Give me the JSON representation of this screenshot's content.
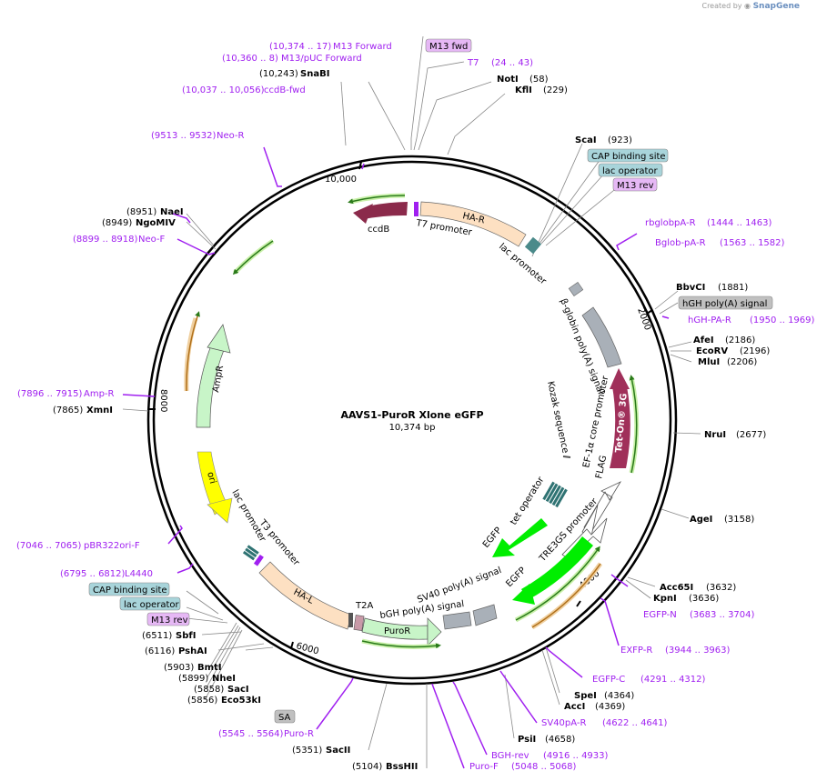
{
  "credit": {
    "prefix": "Created by",
    "brand": "SnapGene"
  },
  "plasmid": {
    "name": "AAVS1-PuroR Xlone eGFP",
    "length": "10,374 bp"
  },
  "ticks": [
    "10,000",
    "2000",
    "4000",
    "6000",
    "8000"
  ],
  "sites": [
    {
      "name": "NotI",
      "pos": "(58)"
    },
    {
      "name": "KflI",
      "pos": "(229)"
    },
    {
      "name": "ScaI",
      "pos": "(923)"
    },
    {
      "name": "BbvCI",
      "pos": "(1881)"
    },
    {
      "name": "AfeI",
      "pos": "(2186)"
    },
    {
      "name": "EcoRV",
      "pos": "(2196)"
    },
    {
      "name": "MluI",
      "pos": "(2206)"
    },
    {
      "name": "NruI",
      "pos": "(2677)"
    },
    {
      "name": "AgeI",
      "pos": "(3158)"
    },
    {
      "name": "Acc65I",
      "pos": "(3632)"
    },
    {
      "name": "KpnI",
      "pos": "(3636)"
    },
    {
      "name": "SpeI",
      "pos": "(4364)"
    },
    {
      "name": "AccI",
      "pos": "(4369)"
    },
    {
      "name": "PsiI",
      "pos": "(4658)"
    },
    {
      "name": "BssHII",
      "pos": "(5104)"
    },
    {
      "name": "SacII",
      "pos": "(5351)"
    },
    {
      "name": "BmtI",
      "pos": "(5903)"
    },
    {
      "name": "NheI",
      "pos": "(5899)"
    },
    {
      "name": "SacI",
      "pos": "(5858)"
    },
    {
      "name": "Eco53kI",
      "pos": "(5856)"
    },
    {
      "name": "PshAI",
      "pos": "(6116)"
    },
    {
      "name": "SbfI",
      "pos": "(6511)"
    },
    {
      "name": "XmnI",
      "pos": "(7865)"
    },
    {
      "name": "NaeI",
      "pos": "(8951)"
    },
    {
      "name": "NgoMIV",
      "pos": "(8949)"
    },
    {
      "name": "SnaBI",
      "pos": "(10,243)"
    }
  ],
  "primers": [
    {
      "name": "M13 Forward",
      "range": "(10,374 .. 17)"
    },
    {
      "name": "M13/pUC Forward",
      "range": "(10,360 .. 8)"
    },
    {
      "name": "T7",
      "range": "(24 .. 43)"
    },
    {
      "name": "ccdB-fwd",
      "range": "(10,037 .. 10,056)"
    },
    {
      "name": "Neo-R",
      "range": "(9513 .. 9532)"
    },
    {
      "name": "rbglobpA-R",
      "range": "(1444 .. 1463)"
    },
    {
      "name": "Bglob-pA-R",
      "range": "(1563 .. 1582)"
    },
    {
      "name": "hGH-PA-R",
      "range": "(1950 .. 1969)"
    },
    {
      "name": "Neo-F",
      "range": "(8899 .. 8918)"
    },
    {
      "name": "Amp-R",
      "range": "(7896 .. 7915)"
    },
    {
      "name": "pBR322ori-F",
      "range": "(7046 .. 7065)"
    },
    {
      "name": "L4440",
      "range": "(6795 .. 6812)"
    },
    {
      "name": "EGFP-N",
      "range": "(3683 .. 3704)"
    },
    {
      "name": "EXFP-R",
      "range": "(3944 .. 3963)"
    },
    {
      "name": "EGFP-C",
      "range": "(4291 .. 4312)"
    },
    {
      "name": "SV40pA-R",
      "range": "(4622 .. 4641)"
    },
    {
      "name": "BGH-rev",
      "range": "(4916 .. 4933)"
    },
    {
      "name": "Puro-F",
      "range": "(5048 .. 5068)"
    },
    {
      "name": "Puro-R",
      "range": "(5545 .. 5564)"
    }
  ],
  "boxes": [
    {
      "name": "M13 fwd"
    },
    {
      "name": "CAP binding site"
    },
    {
      "name": "lac operator"
    },
    {
      "name": "M13 rev"
    },
    {
      "name": "hGH poly(A) signal"
    },
    {
      "name": "CAP binding site"
    },
    {
      "name": "lac operator"
    },
    {
      "name": "M13 rev"
    },
    {
      "name": "SA"
    }
  ],
  "features": [
    {
      "name": "ccdB"
    },
    {
      "name": "HA-R"
    },
    {
      "name": "T7 promoter"
    },
    {
      "name": "lac promoter"
    },
    {
      "name": "β-globin poly(A) signal"
    },
    {
      "name": "Tet-On® 3G"
    },
    {
      "name": "Kozak sequence"
    },
    {
      "name": "EF-1α core promoter"
    },
    {
      "name": "FLAG"
    },
    {
      "name": "tet operator"
    },
    {
      "name": "EGFP"
    },
    {
      "name": "TRE3GS promoter"
    },
    {
      "name": "EGFP"
    },
    {
      "name": "SV40 poly(A) signal"
    },
    {
      "name": "bGH poly(A) signal"
    },
    {
      "name": "PuroR"
    },
    {
      "name": "T2A"
    },
    {
      "name": "HA-L"
    },
    {
      "name": "T3 promoter"
    },
    {
      "name": "lac promoter"
    },
    {
      "name": "ori"
    },
    {
      "name": "AmpR"
    }
  ],
  "colors": {
    "primer": "#a020f0",
    "site": "#000000",
    "ha": "#fde0c2",
    "ccdb": "#8b2a4b",
    "green": "#00ee00",
    "lightgreen": "#c8f5c8",
    "ori": "#ffff00",
    "polyA": "#a9b0b8",
    "teton": "#a0305a",
    "boxBlue": "#a8d4da",
    "boxPurple": "#e6b8f5",
    "boxGray": "#c0c0c0"
  }
}
